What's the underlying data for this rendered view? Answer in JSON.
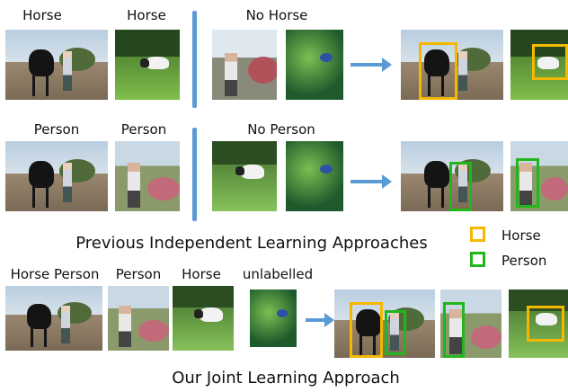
{
  "colors": {
    "horse_box": "#f5b800",
    "person_box": "#22b61d",
    "divider": "#5b9bd5",
    "arrow": "#5b9bd5"
  },
  "row1": {
    "label_a": "Horse",
    "label_b": "Horse",
    "label_neg": "No Horse"
  },
  "row2": {
    "label_a": "Person",
    "label_b": "Person",
    "label_neg": "No Person"
  },
  "section1_title": "Previous Independent Learning Approaches",
  "legend": {
    "horse": "Horse",
    "person": "Person"
  },
  "row3": {
    "label_a": "Horse Person",
    "label_b": "Person",
    "label_c": "Horse",
    "label_d": "unlabelled"
  },
  "section2_title": "Our Joint Learning Approach"
}
